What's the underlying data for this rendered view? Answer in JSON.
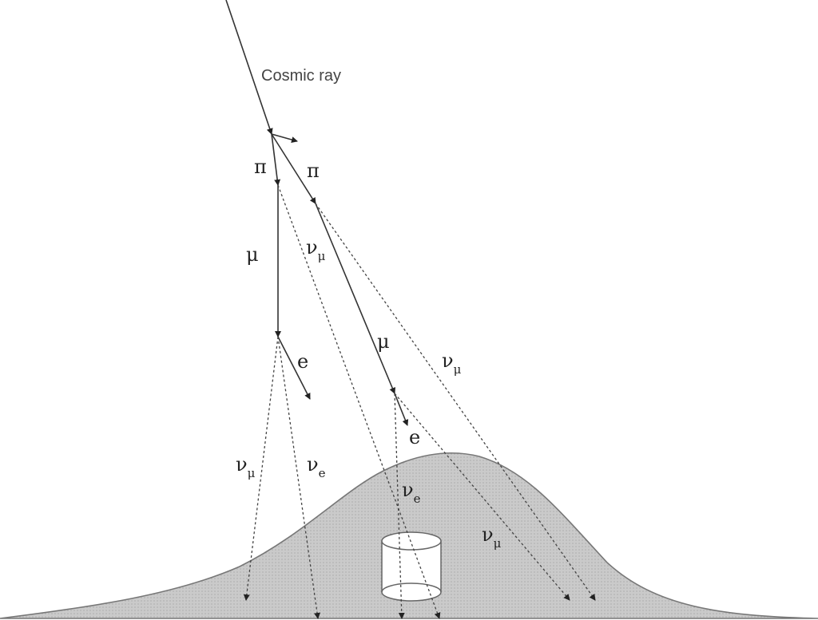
{
  "title": "Cosmic ray",
  "labels": {
    "pi_left": "π",
    "pi_right": "π",
    "mu_left": "μ",
    "mu_right": "μ",
    "e_left": "e",
    "e_right": "e",
    "nu": "ν",
    "sub_mu": "μ",
    "sub_e": "e"
  },
  "colors": {
    "mountain": "#c8c8c8",
    "line": "#333333"
  }
}
